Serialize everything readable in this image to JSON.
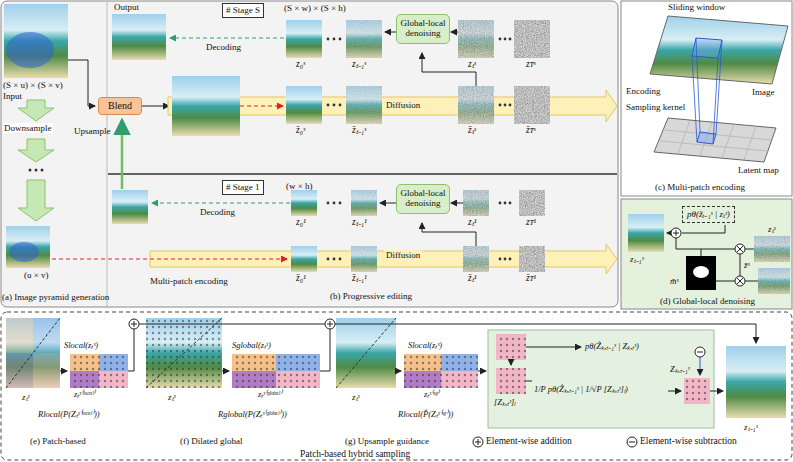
{
  "diagram": {
    "nodes": [
      {
        "text": [
          "# Stage S"
        ]
      },
      {
        "text": [
          "Blend"
        ]
      },
      {
        "text": [
          "Global-local denoising"
        ]
      },
      {
        "text": [
          "# Stage 1"
        ]
      },
      {
        "text": [
          "Global-local denoising"
        ]
      },
      {
        "text": [
          "pθ(z̃ₜ₋₁ˢ | zₜˢ)"
        ]
      }
    ],
    "labels": [
      "(S × u) × (S × v)",
      "Input",
      "Downsample",
      "Upsample",
      "(u × v)",
      "(a) Image pyramid generation",
      "Output",
      "(S × w) × (S × h)",
      "Decoding",
      "z₀ˢ",
      "zₜ₋₁ˢ",
      "zₜˢ",
      "zᴛˢ",
      "Diffusion",
      "z̄₀ˢ",
      "z̄ₜ₋₁ˢ",
      "z̄ₜˢ",
      "z̄ᴛˢ",
      "(w × h)",
      "Decoding",
      "z₀¹",
      "zₜ₋₁¹",
      "zₜ¹",
      "zᴛ¹",
      "Diffusion",
      "Multi-patch encoding",
      "z̄₀¹",
      "z̄ₜ₋₁¹",
      "z̄ₜ¹",
      "z̄ᴛ¹",
      "(b) Progressive editing",
      "Sliding window",
      "Encoding",
      "Image",
      "Sampling kernel",
      "Latent map",
      "(c) Multi-patch encoding",
      "zₜ₋₁ˢ",
      "zₜˢ",
      "m̄ˢ",
      "z̄ˢ",
      "(d) Global-local denoising",
      "zₜˢ",
      "Slocal(zₜˢ)",
      "zₜˢ⁽ˡᵒᶜᵃˡ⁾",
      "Rlocal(P(Zₜˢ⁽ˡᵒᶜᵃˡ⁾))",
      "(e) Patch-based",
      "zₜˢ",
      "Sglobal(zₜˢ)",
      "zₜˢ⁽ᵍˡᵒᵇᵃˡ⁾",
      "Rglobal(P(Zₜˢ⁽ᵍˡᵒᵇᵃˡ⁾))",
      "(f) Dilated global",
      "zₜˢ",
      "Slocal(zₜˢ)",
      "zₜˢ⁽ˢᵍ⁾",
      "Rlocal(P̂(Zₜˢ⁽ˢᵍ⁾))",
      "(g) Upsample guidance",
      "pθ(Ẑₖ,ₜ₋₁ˢ | Zₖ,ₜˢ)",
      "[Zₖ,ₜˢ]ₗ",
      "1/P pθ(Ẑₖ,ₜ₋₁ˢ | 1/√P [Zₖ,ₜˢ]ₗ)",
      "Zₖ,ₜ₋₁ˢ",
      "zₜ₋₁ˢ",
      "Patch-based hybrid sampling"
    ],
    "legend": [
      {
        "text": "Element-wise addition"
      },
      {
        "text": "Element-wise subtraction"
      }
    ]
  }
}
